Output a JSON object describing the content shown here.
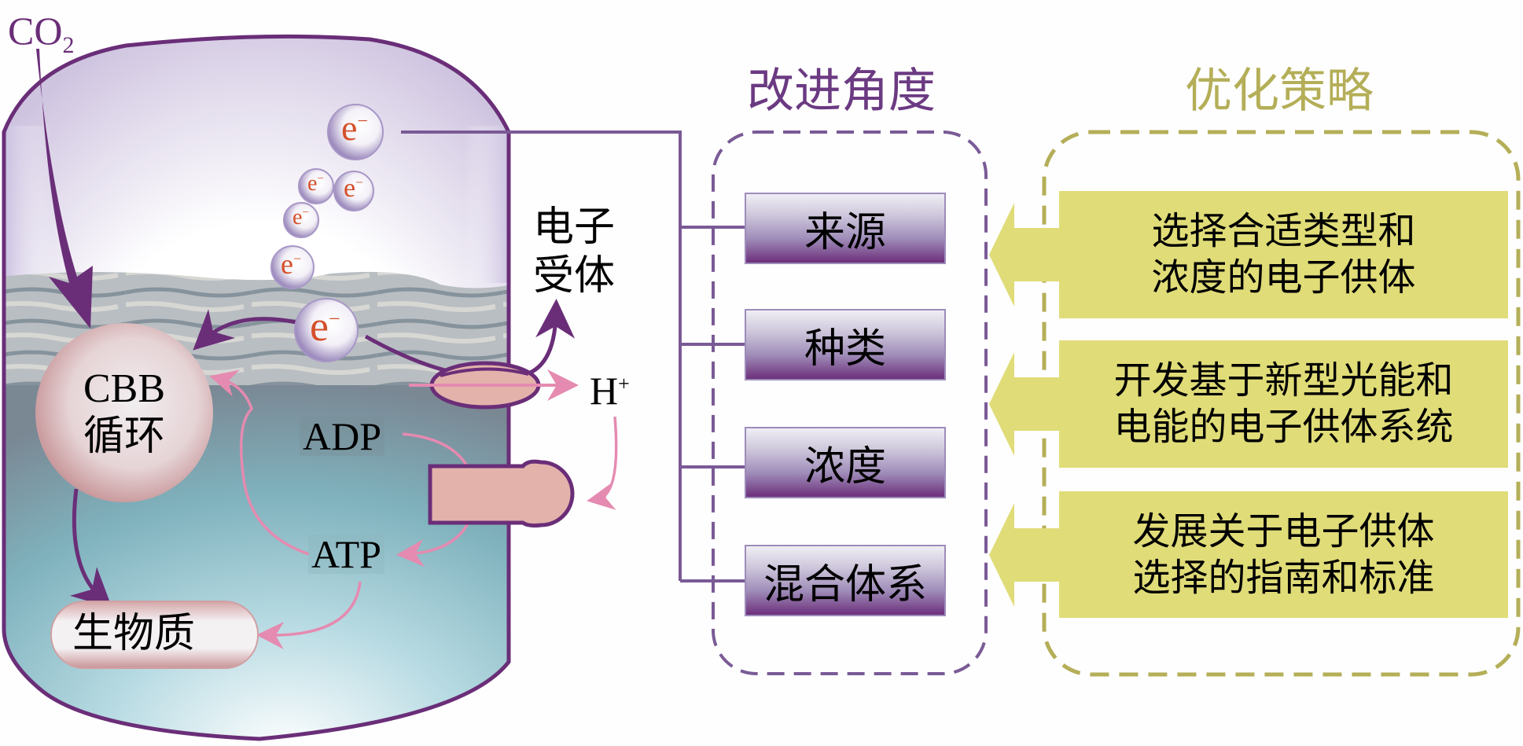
{
  "left_panel": {
    "co2_label": "CO",
    "co2_subscript": "2",
    "electron_symbol": "e",
    "electron_charge": "−",
    "electron_acceptor_line1": "电子",
    "electron_acceptor_line2": "受体",
    "proton_label": "H",
    "proton_charge": "+",
    "cbb_line1": "CBB",
    "cbb_line2": "循环",
    "adp_label": "ADP",
    "atp_label": "ATP",
    "biomass_label": "生物质"
  },
  "improvement_aspects": {
    "title": "改进角度",
    "items": [
      {
        "label": "来源"
      },
      {
        "label": "种类"
      },
      {
        "label": "浓度"
      },
      {
        "label": "混合体系"
      }
    ]
  },
  "optimization_strategies": {
    "title": "优化策略",
    "items": [
      {
        "line1": "选择合适类型和",
        "line2": "浓度的电子供体"
      },
      {
        "line1": "开发基于新型光能和",
        "line2": "电能的电子供体系统"
      },
      {
        "line1": "发展关于电子供体",
        "line2": "选择的指南和标准"
      }
    ]
  },
  "colors": {
    "purple": "#6a2e78",
    "connector_purple": "#7a5a96",
    "pink_arrow": "#e58ab0",
    "strategy_fill": "#e0dc78",
    "strategy_dash": "#b4ae58",
    "electron_text": "#d4502a"
  }
}
